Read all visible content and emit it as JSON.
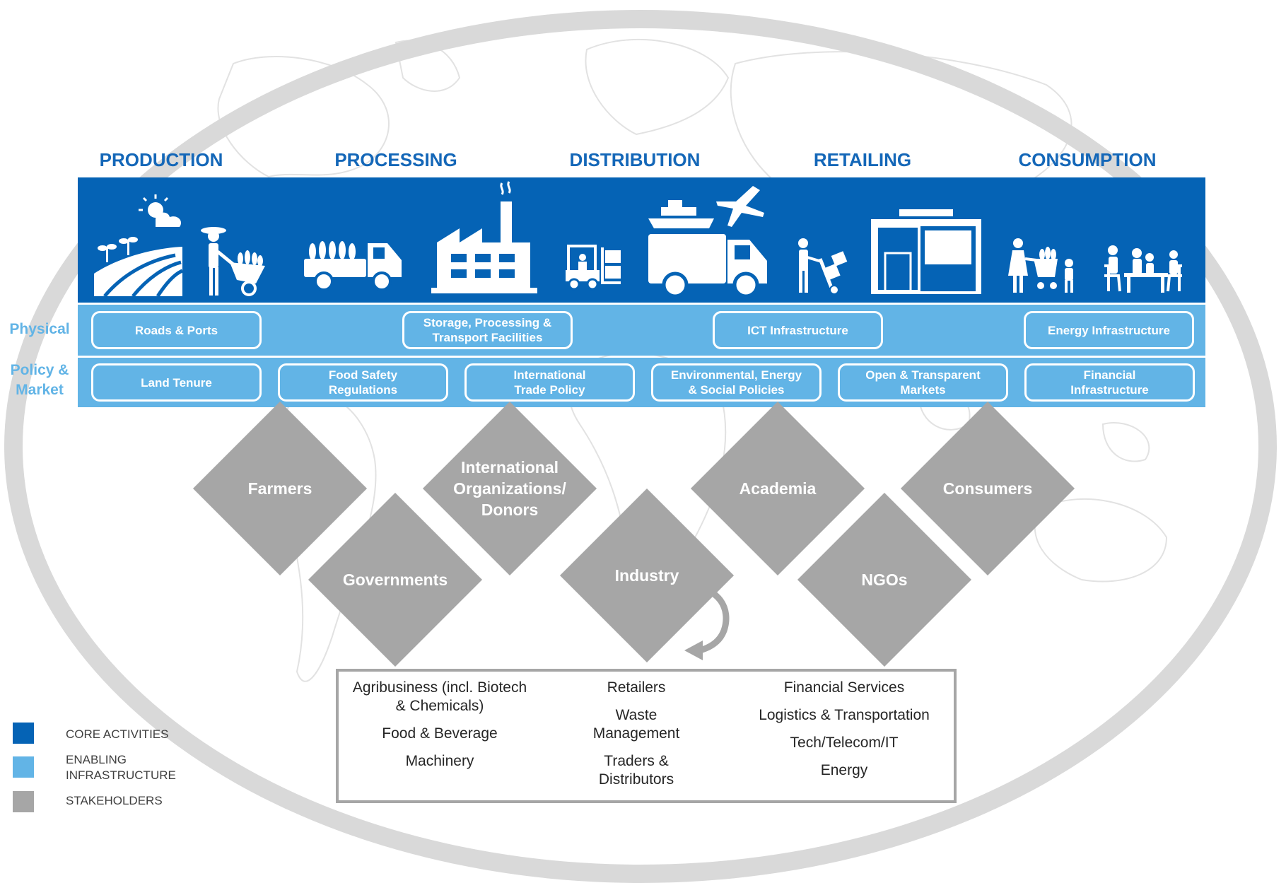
{
  "stages": [
    "PRODUCTION",
    "PROCESSING",
    "DISTRIBUTION",
    "RETAILING",
    "CONSUMPTION"
  ],
  "row_labels": {
    "physical": "Physical",
    "policy": "Policy &\nMarket"
  },
  "physical_items": [
    "Roads & Ports",
    "Storage, Processing &\nTransport Facilities",
    "ICT Infrastructure",
    "Energy Infrastructure"
  ],
  "policy_items": [
    "Land Tenure",
    "Food Safety\nRegulations",
    "International\nTrade Policy",
    "Environmental, Energy\n& Social Policies",
    "Open & Transparent\nMarkets",
    "Financial\nInfrastructure"
  ],
  "stakeholders": [
    "Farmers",
    "Governments",
    "International\nOrganizations/\nDonors",
    "Industry",
    "Academia",
    "NGOs",
    "Consumers"
  ],
  "industry_columns": [
    [
      "Agribusiness (incl. Biotech\n& Chemicals)",
      "Food & Beverage",
      "Machinery"
    ],
    [
      "Retailers",
      "Waste\nManagement",
      "Traders &\nDistributors"
    ],
    [
      "Financial Services",
      "Logistics & Transportation",
      "Tech/Telecom/IT",
      "Energy"
    ]
  ],
  "legend": [
    {
      "label": "CORE ACTIVITIES",
      "color": "#0563b5"
    },
    {
      "label": "ENABLING\nINFRASTRUCTURE",
      "color": "#62b4e6"
    },
    {
      "label": "STAKEHOLDERS",
      "color": "#a6a6a6"
    }
  ],
  "icons": [
    "field-sun-icon",
    "farmer-wheelbarrow-icon",
    "produce-truck-icon",
    "factory-icon",
    "forklift-icon",
    "ship-plane-truck-icon",
    "hand-truck-icon",
    "store-icon",
    "shopper-cart-icon",
    "family-dining-icon"
  ],
  "colors": {
    "core": "#0563b5",
    "enabling": "#62b4e6",
    "stakeholder": "#a6a6a6",
    "title": "#1467b8",
    "oval": "#d9d9d9"
  }
}
